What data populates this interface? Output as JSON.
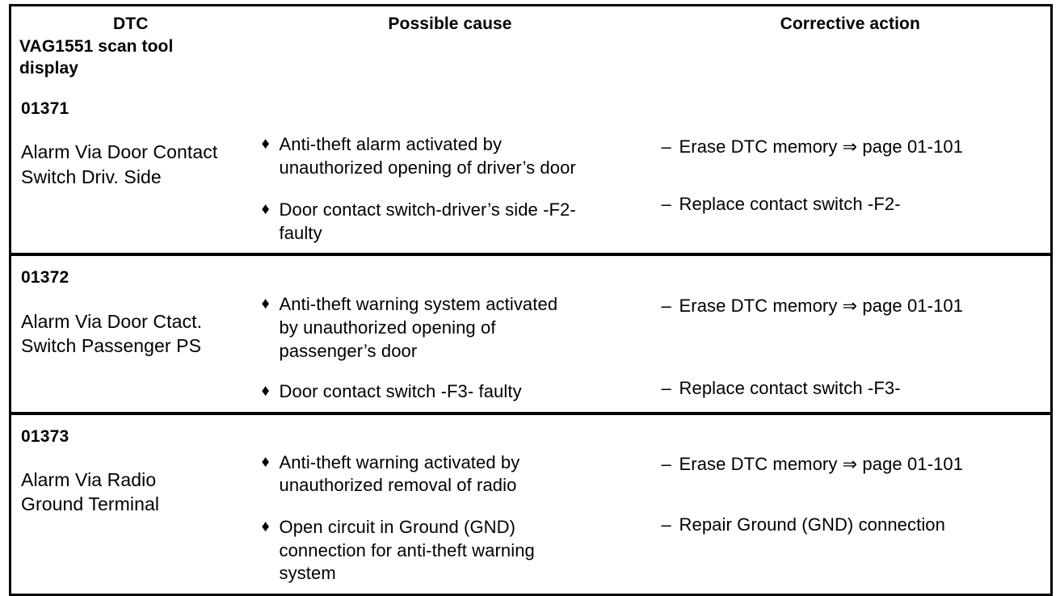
{
  "document": {
    "kind": "diagnostic-trouble-code-table",
    "bullet_glyph": "♦",
    "dash_glyph": "–",
    "arrow_glyph": "⇒"
  },
  "table": {
    "headers": {
      "dtc_title": "DTC",
      "dtc_subtitle": "VAG1551 scan tool\ndisplay",
      "possible_cause": "Possible cause",
      "corrective_action": "Corrective action"
    },
    "rows": [
      {
        "code": "01371",
        "description": "Alarm Via Door Contact\nSwitch Driv. Side",
        "possible_causes": [
          "Anti-theft alarm activated by\nunauthorized opening of driver’s door",
          "Door contact switch-driver’s side -F2-\nfaulty"
        ],
        "corrective_actions": [
          "Erase DTC memory ⇒ page 01-101",
          "Replace contact switch -F2-"
        ]
      },
      {
        "code": "01372",
        "description": "Alarm Via Door Ctact.\nSwitch Passenger PS",
        "possible_causes": [
          "Anti-theft warning system activated\nby unauthorized opening of\npassenger’s door",
          "Door contact switch -F3- faulty"
        ],
        "corrective_actions": [
          "Erase DTC memory ⇒ page 01-101",
          "Replace contact switch -F3-"
        ]
      },
      {
        "code": "01373",
        "description": "Alarm Via Radio\nGround Terminal",
        "possible_causes": [
          "Anti-theft warning activated by\nunauthorized removal of radio",
          "Open circuit in Ground (GND)\nconnection for anti-theft warning\nsystem"
        ],
        "corrective_actions": [
          "Erase DTC memory ⇒ page 01-101",
          "Repair Ground (GND) connection"
        ]
      }
    ]
  },
  "colors": {
    "ink": "#000000",
    "paper": "#ffffff"
  }
}
